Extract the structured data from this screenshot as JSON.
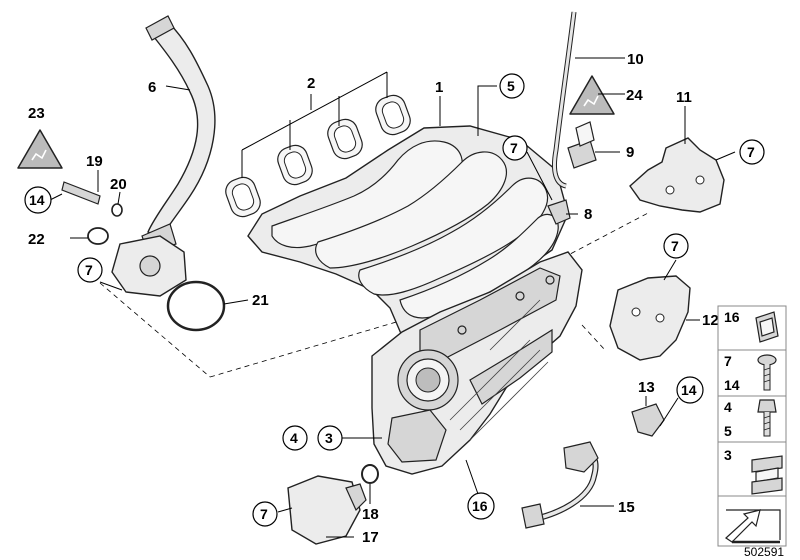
{
  "diagram": {
    "reference_number": "502591",
    "callouts": [
      {
        "id": "c1",
        "label": "1"
      },
      {
        "id": "c2",
        "label": "2"
      },
      {
        "id": "c3",
        "label": "3"
      },
      {
        "id": "c4",
        "label": "4"
      },
      {
        "id": "c5",
        "label": "5"
      },
      {
        "id": "c6",
        "label": "6"
      },
      {
        "id": "c7a",
        "label": "7"
      },
      {
        "id": "c7b",
        "label": "7"
      },
      {
        "id": "c7c",
        "label": "7"
      },
      {
        "id": "c7d",
        "label": "7"
      },
      {
        "id": "c7e",
        "label": "7"
      },
      {
        "id": "c8",
        "label": "8"
      },
      {
        "id": "c9",
        "label": "9"
      },
      {
        "id": "c10",
        "label": "10"
      },
      {
        "id": "c11",
        "label": "11"
      },
      {
        "id": "c12",
        "label": "12"
      },
      {
        "id": "c13",
        "label": "13"
      },
      {
        "id": "c14a",
        "label": "14"
      },
      {
        "id": "c14b",
        "label": "14"
      },
      {
        "id": "c15",
        "label": "15"
      },
      {
        "id": "c16",
        "label": "16"
      },
      {
        "id": "c17",
        "label": "17"
      },
      {
        "id": "c18",
        "label": "18"
      },
      {
        "id": "c19",
        "label": "19"
      },
      {
        "id": "c20",
        "label": "20"
      },
      {
        "id": "c21",
        "label": "21"
      },
      {
        "id": "c22",
        "label": "22"
      },
      {
        "id": "c23",
        "label": "23"
      },
      {
        "id": "c24",
        "label": "24"
      }
    ],
    "legend": [
      {
        "labels": [
          "16"
        ]
      },
      {
        "labels": [
          "7",
          "14"
        ]
      },
      {
        "labels": [
          "4",
          "5"
        ]
      },
      {
        "labels": [
          "3"
        ]
      }
    ]
  }
}
